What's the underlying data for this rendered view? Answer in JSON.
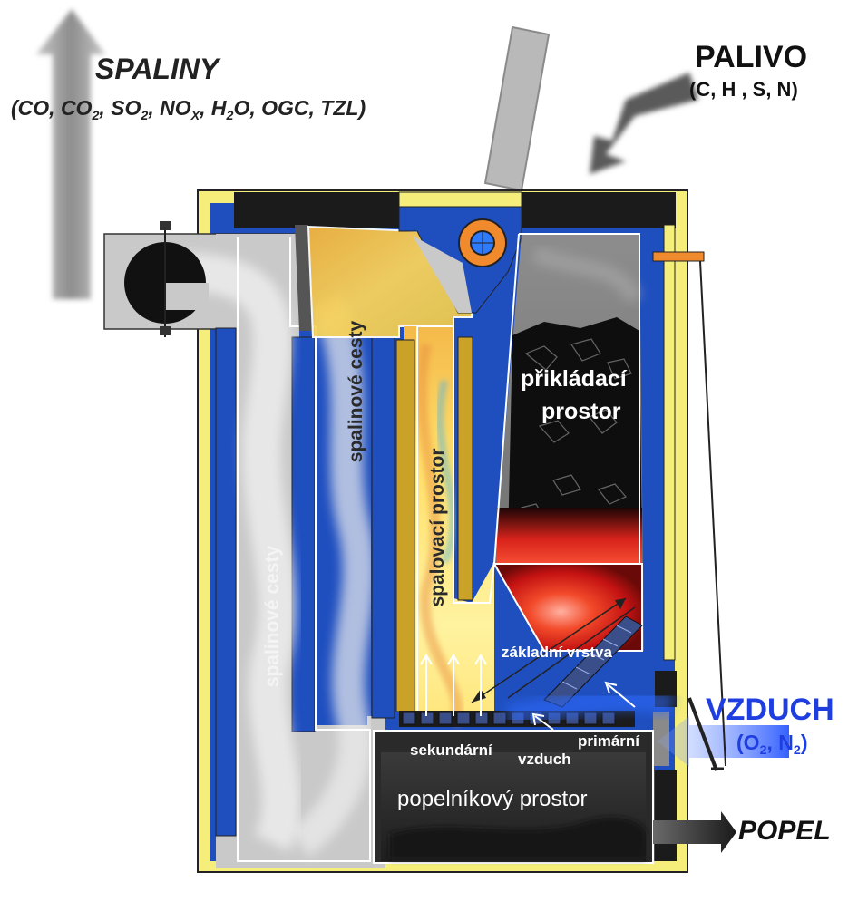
{
  "labels": {
    "spaliny": "SPALINY",
    "spaliny_composition": [
      "(CO, CO",
      "2",
      ", SO",
      "2",
      ", NO",
      "X",
      ", H",
      "2",
      "O, OGC, TZL)"
    ],
    "palivo": "PALIVO",
    "palivo_composition": "(C, H , S, N)",
    "vzduch": "VZDUCH",
    "vzduch_composition": [
      "(O",
      "2",
      ", N",
      "2",
      ")"
    ],
    "popel": "POPEL",
    "prikladaci_line1": "přikládací",
    "prikladaci_line2": "prostor",
    "spalinove_cesty": "spalinové cesty",
    "spalovaci_prostor": "spalovací prostor",
    "zakladni_vrstva": "základní vrstva",
    "sekundarni": "sekundární",
    "vzduch_small": "vzduch",
    "primarni": "primární",
    "popelnikovy_prostor": "popelníkový prostor"
  },
  "colors": {
    "outer_shell": "#f6ee7a",
    "water_jacket": "#1f4fbf",
    "insulation_dark": "#1b1b1b",
    "gas_duct": "#c9c9c9",
    "flame_core": "#ffd23a",
    "ember_red": "#e0201a",
    "air_blue": "#2f6bff",
    "orange_pipe": "#f08a2c",
    "ash": "#2b2b2b"
  }
}
